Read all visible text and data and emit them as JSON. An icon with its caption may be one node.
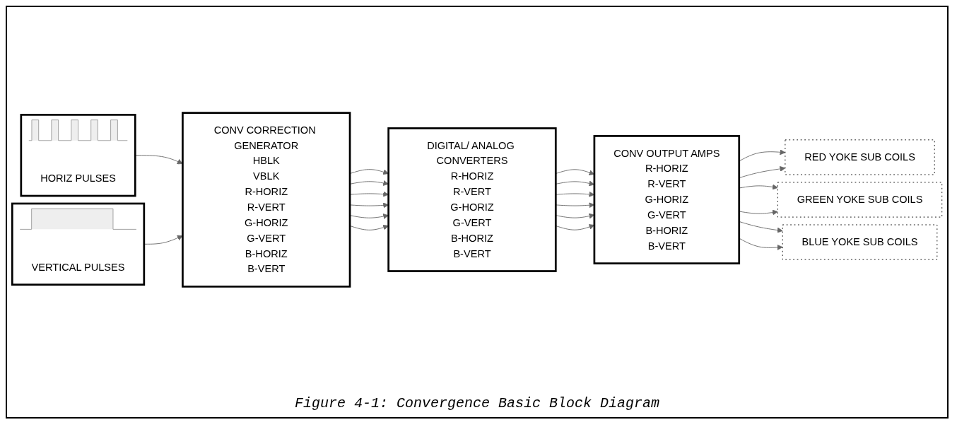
{
  "diagram": {
    "caption": "Figure 4-1: Convergence Basic Block Diagram",
    "nodes": [
      {
        "text": [
          "HORIZ PULSES"
        ]
      },
      {
        "text": [
          "VERTICAL PULSES"
        ]
      },
      {
        "text": [
          "CONV CORRECTION GENERATOR",
          "HBLK",
          "VBLK",
          "R-HORIZ",
          "R-VERT",
          "G-HORIZ",
          "G-VERT",
          "B-HORIZ",
          "B-VERT"
        ]
      },
      {
        "text": [
          "DIGITAL/ ANALOG CONVERTERS",
          "R-HORIZ",
          "R-VERT",
          "G-HORIZ",
          "G-VERT",
          "B-HORIZ",
          "B-VERT"
        ]
      },
      {
        "text": [
          "CONV OUTPUT AMPS",
          "R-HORIZ",
          "R-VERT",
          "G-HORIZ",
          "G-VERT",
          "B-HORIZ",
          "B-VERT"
        ]
      },
      {
        "text": [
          "RED YOKE SUB COILS"
        ]
      },
      {
        "text": [
          "GREEN YOKE SUB COILS"
        ]
      },
      {
        "text": [
          "BLUE YOKE SUB COILS"
        ]
      }
    ],
    "edges": [
      {
        "from": 0,
        "to": 2,
        "arrow": "to"
      },
      {
        "from": 1,
        "to": 2,
        "arrow": "to"
      },
      {
        "from": 2,
        "to": 3,
        "arrow": "to"
      },
      {
        "from": 2,
        "to": 3,
        "arrow": "to"
      },
      {
        "from": 2,
        "to": 3,
        "arrow": "to"
      },
      {
        "from": 2,
        "to": 3,
        "arrow": "to"
      },
      {
        "from": 2,
        "to": 3,
        "arrow": "to"
      },
      {
        "from": 2,
        "to": 3,
        "arrow": "to"
      },
      {
        "from": 3,
        "to": 4,
        "arrow": "to"
      },
      {
        "from": 3,
        "to": 4,
        "arrow": "to"
      },
      {
        "from": 3,
        "to": 4,
        "arrow": "to"
      },
      {
        "from": 3,
        "to": 4,
        "arrow": "to"
      },
      {
        "from": 3,
        "to": 4,
        "arrow": "to"
      },
      {
        "from": 3,
        "to": 4,
        "arrow": "to"
      },
      {
        "from": 4,
        "to": 5,
        "arrow": "to"
      },
      {
        "from": 4,
        "to": 5,
        "arrow": "to"
      },
      {
        "from": 4,
        "to": 6,
        "arrow": "to"
      },
      {
        "from": 4,
        "to": 6,
        "arrow": "to"
      },
      {
        "from": 4,
        "to": 7,
        "arrow": "to"
      },
      {
        "from": 4,
        "to": 7,
        "arrow": "to"
      }
    ]
  }
}
